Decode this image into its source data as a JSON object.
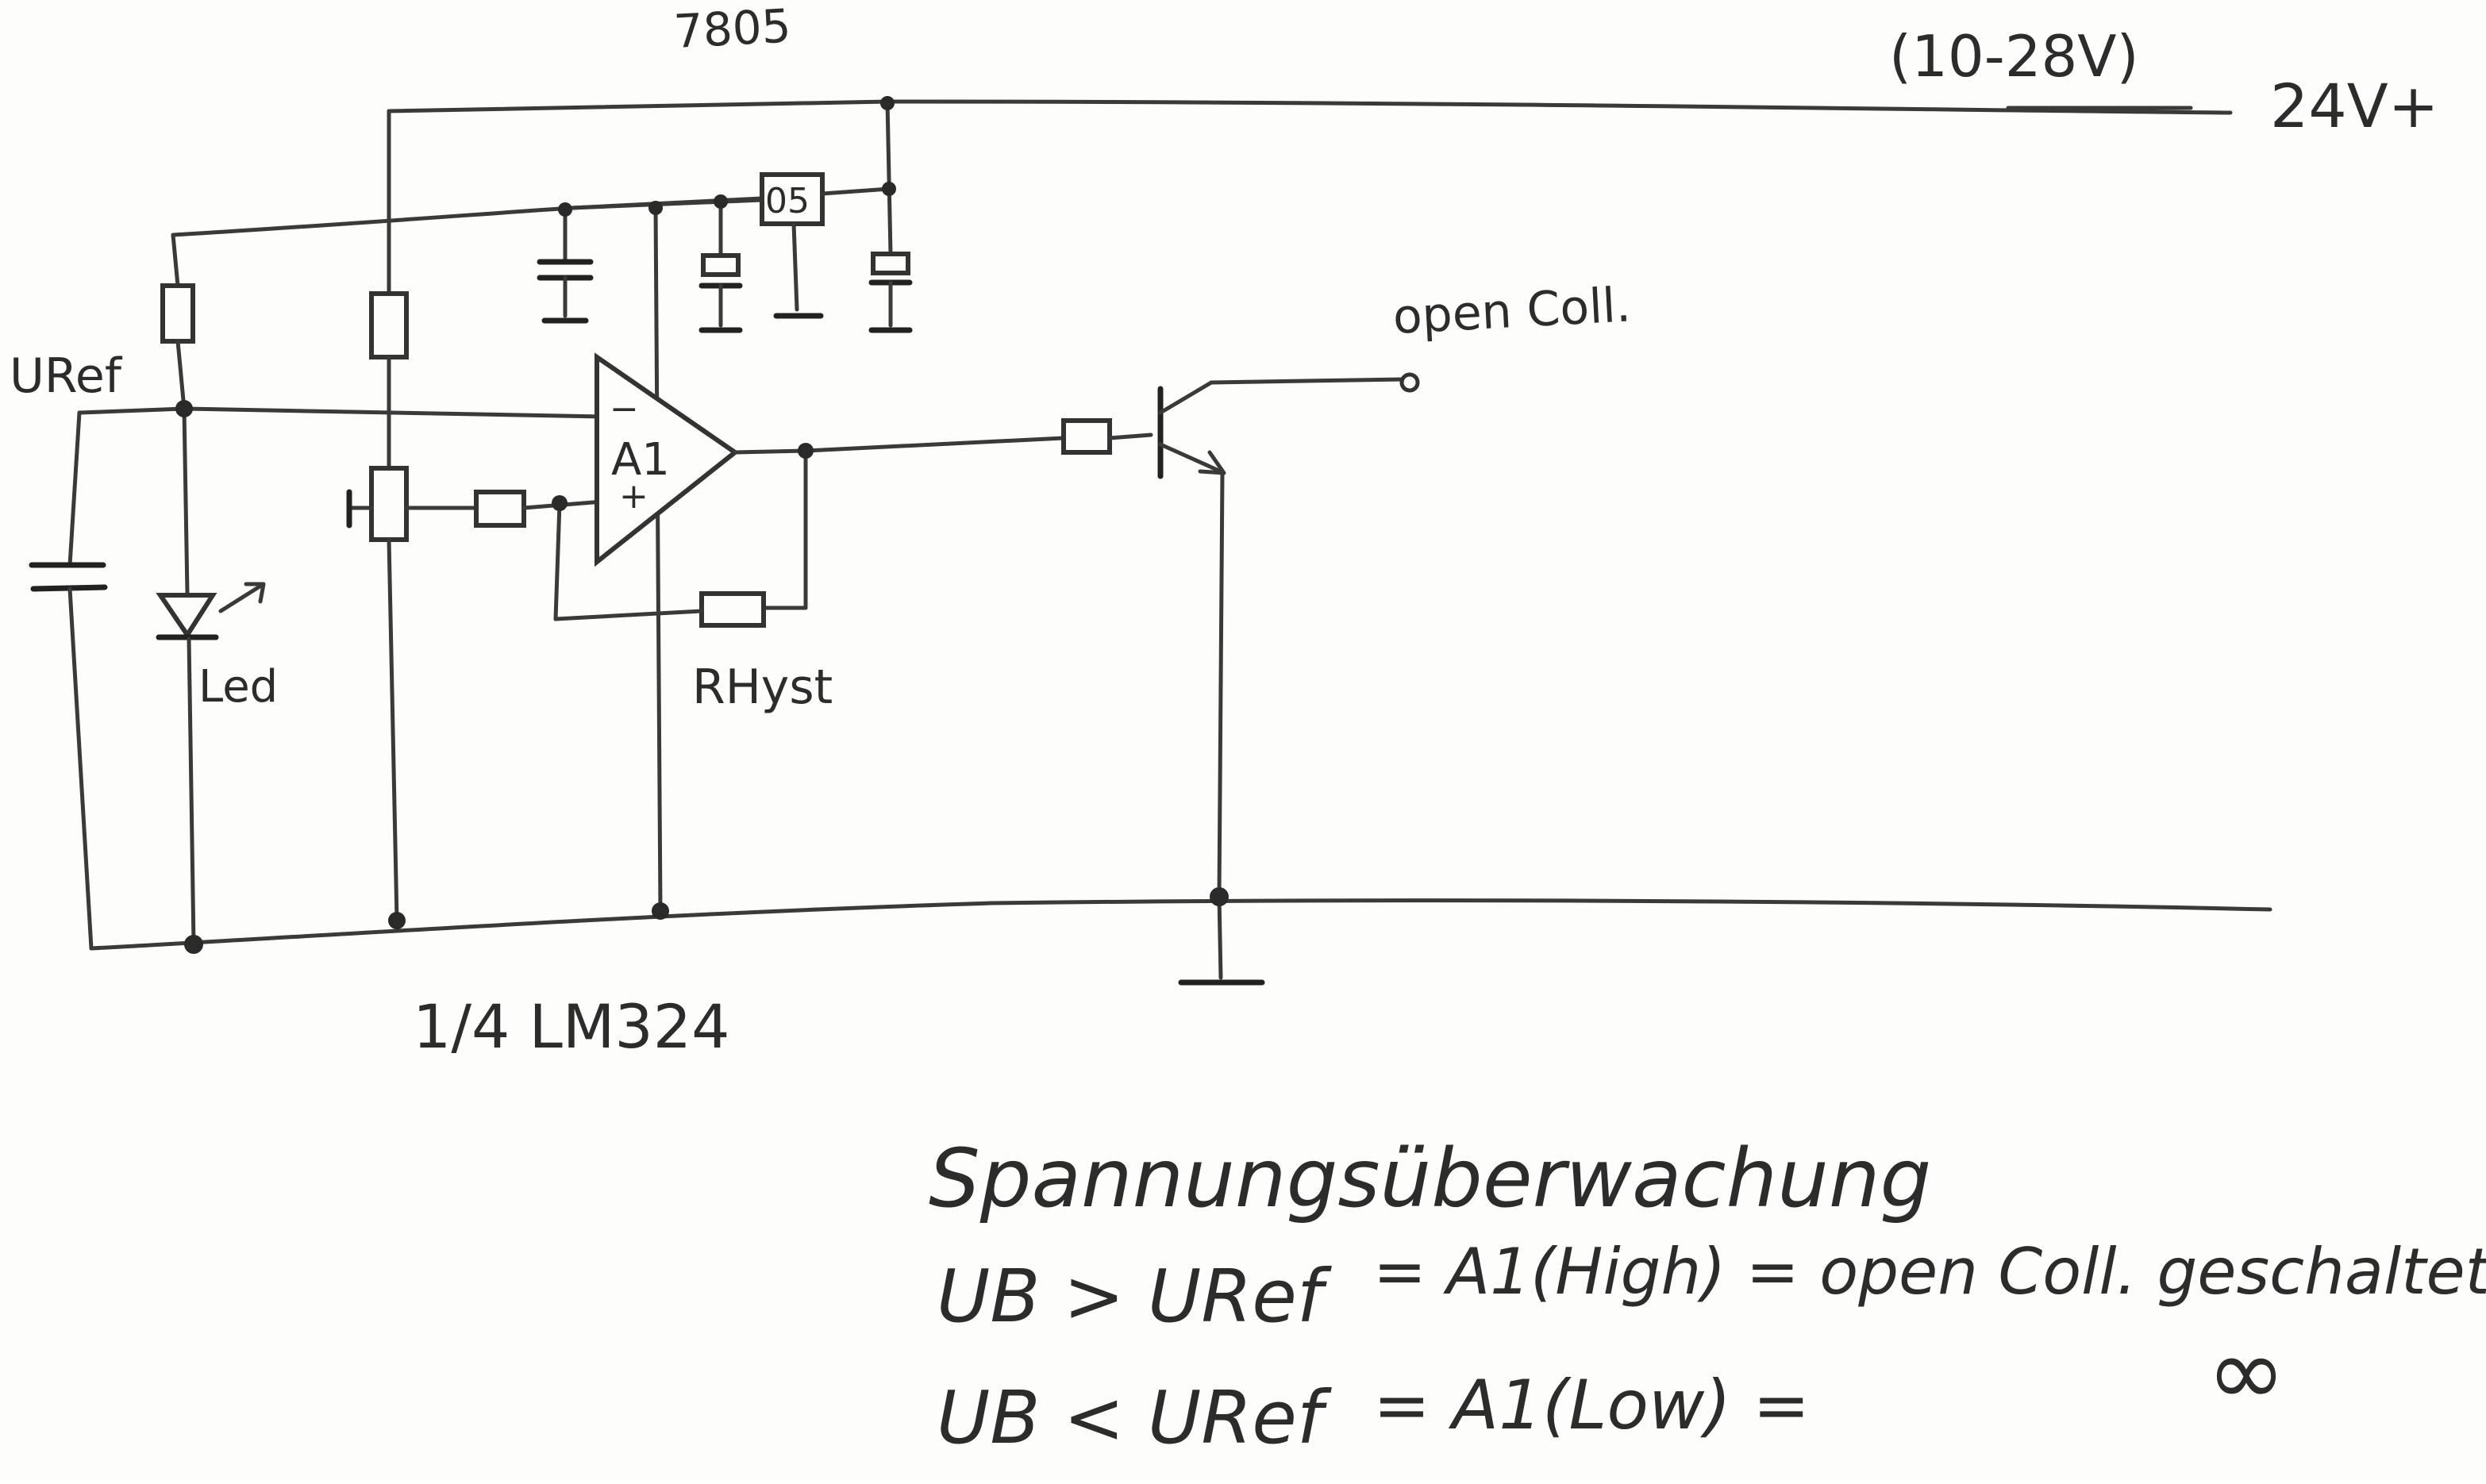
{
  "labels": {
    "regulator": "7805",
    "supply_range": "(10-28V)",
    "supply": "24V+",
    "regulator_box": "05",
    "open_collector": "open Coll.",
    "uref": "URef",
    "opamp_minus": "−",
    "opamp_name": "A1",
    "opamp_plus": "+",
    "led": "Led",
    "r_hyst": "RHyst",
    "opamp_part": "1/4 LM324"
  },
  "notes": {
    "title": "Spannungsüberwachung",
    "line1_left": "UB > URef",
    "line1_right": "= A1(High) = open Coll. geschaltet",
    "line2_left": "UB < URef",
    "line2_right": "= A1(Low) =",
    "infinity": "∞"
  }
}
